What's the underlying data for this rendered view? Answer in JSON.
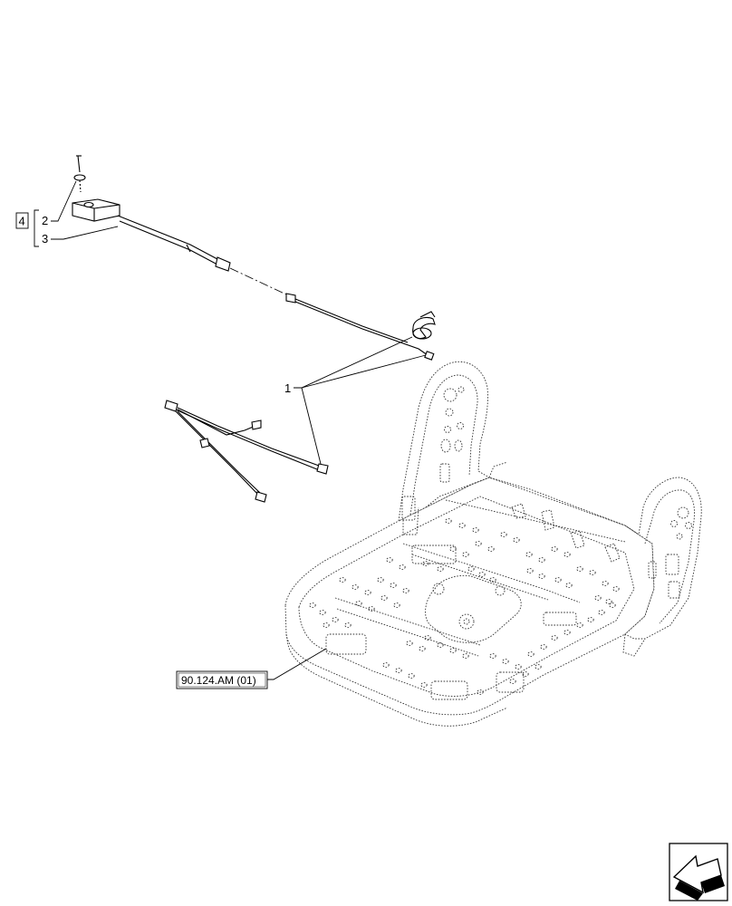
{
  "callouts": {
    "part_1": "1",
    "part_2": "2",
    "part_3": "3",
    "part_4": "4"
  },
  "reference": {
    "label": "90.124.AM (01)"
  },
  "icons": {
    "nav": "arrow-icon"
  }
}
